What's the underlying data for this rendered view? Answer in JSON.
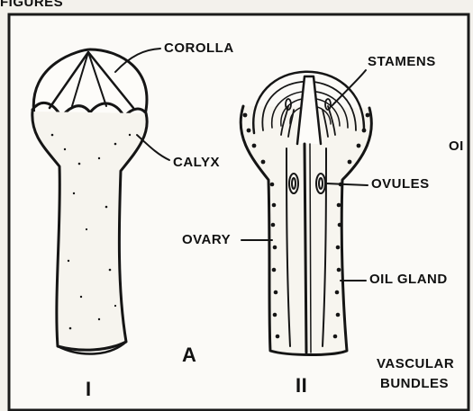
{
  "header": {
    "cut_text": "FIGURES"
  },
  "labels": {
    "corolla": "COROLLA",
    "calyx": "CALYX",
    "stamens": "STAMENS",
    "ovules": "OVULES",
    "ovary": "OVARY",
    "oil_gland": "OIL GLAND",
    "vascular_line1": "VASCULAR",
    "vascular_line2": "BUNDLES",
    "right_edge": "OI"
  },
  "figure_labels": {
    "panel": "A",
    "figure_one": "I",
    "figure_two": "II"
  },
  "colors": {
    "background": "#f3f1ec",
    "frame": "#1a1a1a",
    "ink": "#151515",
    "paper": "#fbfaf7"
  }
}
